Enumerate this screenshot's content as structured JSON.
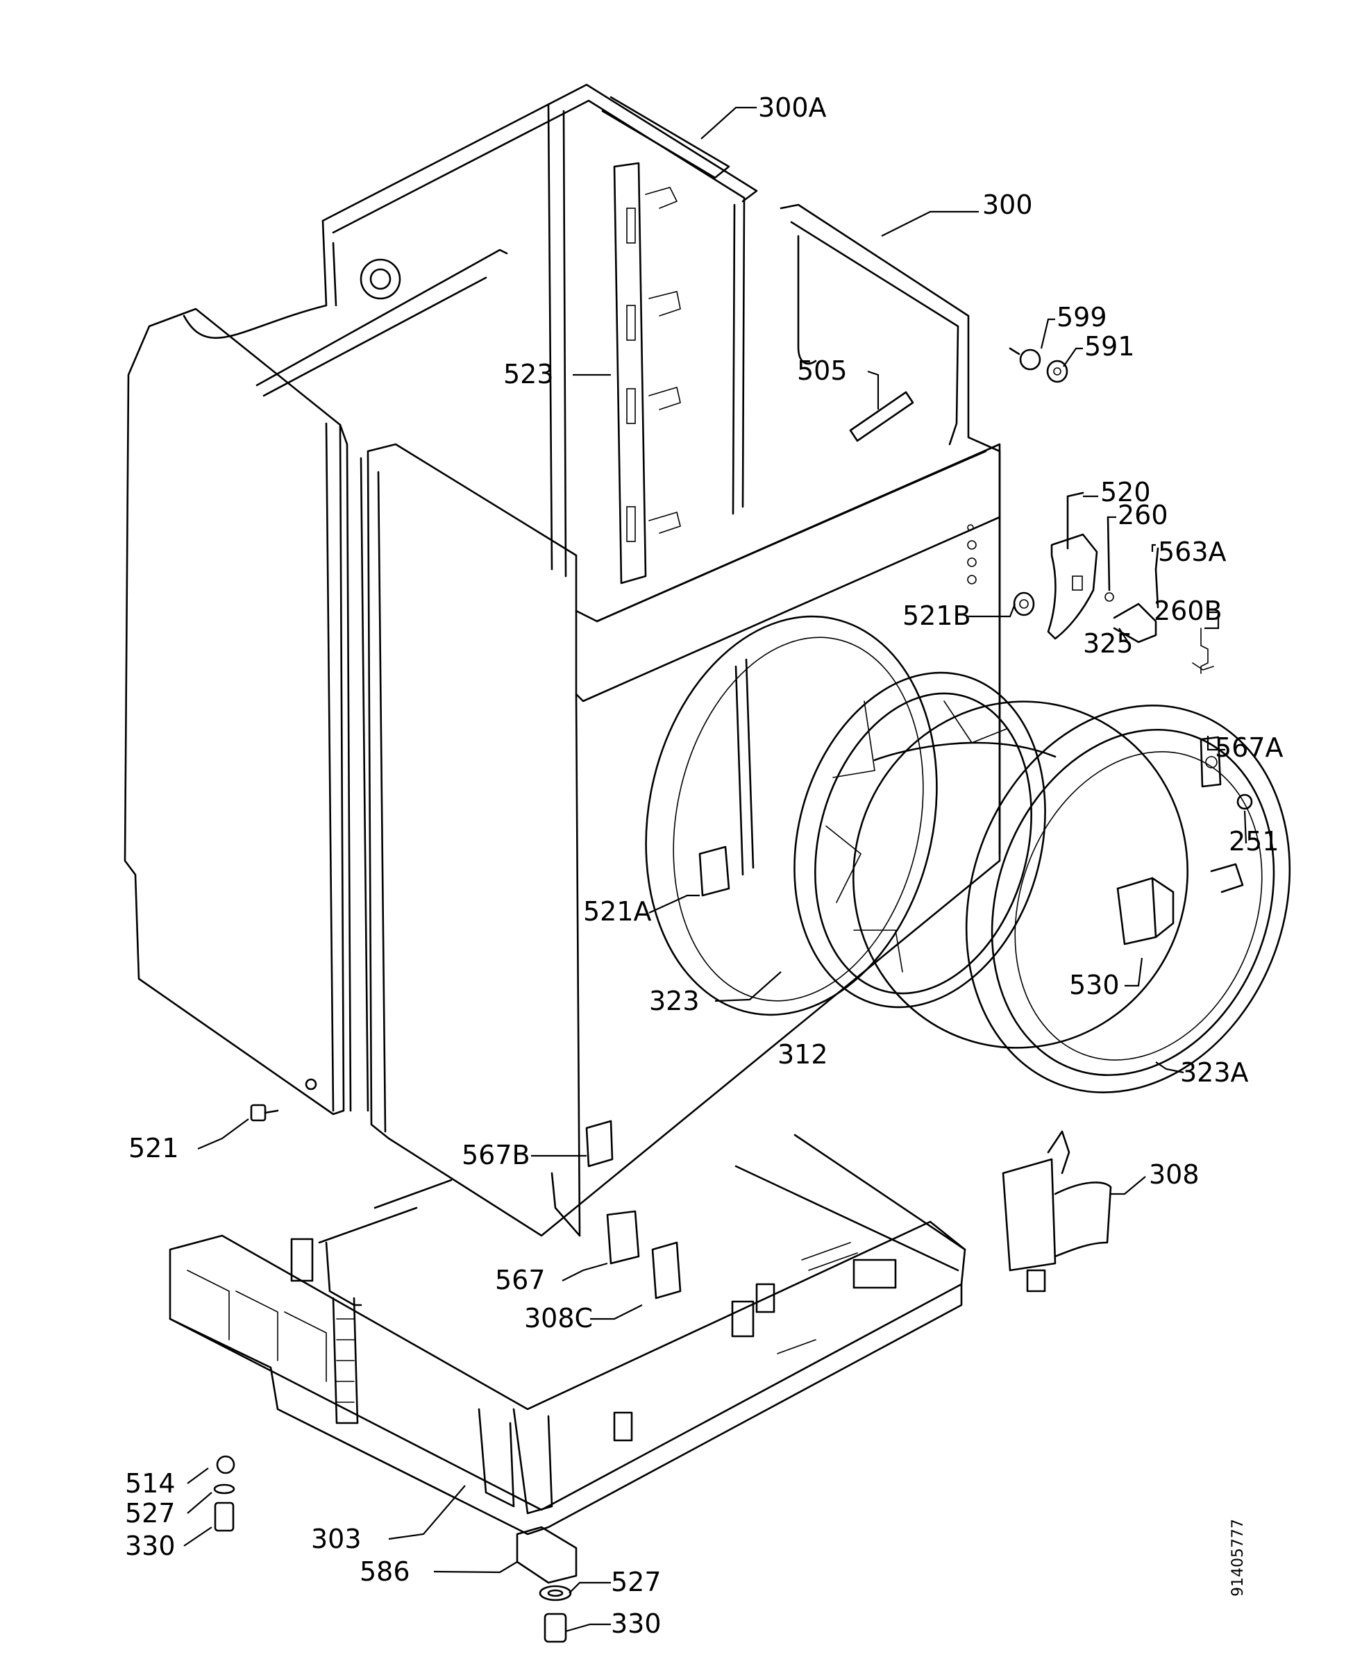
{
  "labels": {
    "l_300A": "300A",
    "l_300": "300",
    "l_599": "599",
    "l_591": "591",
    "l_523": "523",
    "l_505": "505",
    "l_520": "520",
    "l_260": "260",
    "l_563A": "563A",
    "l_521B": "521B",
    "l_260B": "260B",
    "l_325": "325",
    "l_567A_top": "567A",
    "l_251": "251",
    "l_521A": "521A",
    "l_530": "530",
    "l_323": "323",
    "l_312": "312",
    "l_323A": "323A",
    "l_521": "521",
    "l_567B": "567B",
    "l_308": "308",
    "l_567": "567",
    "l_308C": "308C",
    "l_514": "514",
    "l_527_left": "527",
    "l_330_left": "330",
    "l_303": "303",
    "l_586": "586",
    "l_527_bottom": "527",
    "l_330_bottom": "330"
  },
  "document_number": "91405777"
}
